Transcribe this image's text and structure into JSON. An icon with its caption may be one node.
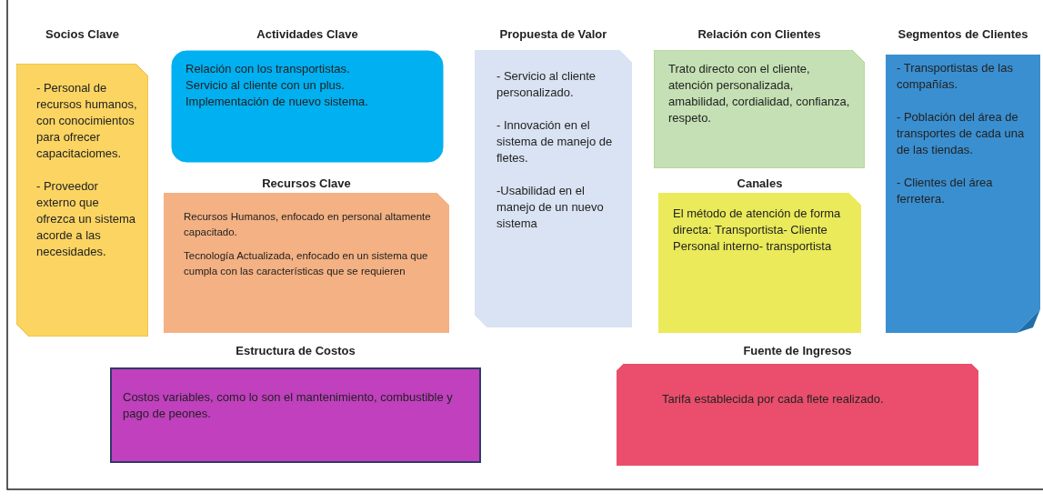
{
  "diagram": {
    "nodes": [
      {
        "text": [
          "Socios Clave",
          "- Personal de recursos humanos, con conocimientos para ofrecer capacitaciomes.",
          "- Proveedor externo que ofrezca un sistema acorde a las necesidades."
        ]
      },
      {
        "text": [
          "Actividades Clave",
          "Relación con los transportistas.",
          "Servicio al cliente con un plus.",
          "Implementación de nuevo sistema."
        ]
      },
      {
        "text": [
          "Recursos Clave",
          "Recursos Humanos, enfocado en personal altamente capacitado.",
          "Tecnología Actualizada, enfocado en un sistema que cumpla con las características que se requieren"
        ]
      },
      {
        "text": [
          "Propuesta de Valor",
          "- Servicio al cliente personalizado.",
          "- Innovación en el sistema de manejo de fletes.",
          "-Usabilidad en el manejo de un nuevo sistema"
        ]
      },
      {
        "text": [
          "Relación con Clientes",
          "Trato directo con el cliente, atención personalizada, amabilidad, cordialidad, confianza, respeto."
        ]
      },
      {
        "text": [
          "Canales",
          "El método de atención de forma directa: Transportista- Cliente Personal interno- transportista"
        ]
      },
      {
        "text": [
          "Segmentos de Clientes",
          "- Transportistas de las compañías.",
          "- Población del área de transportes de cada una de las tiendas.",
          "- Clientes del área ferretera."
        ]
      },
      {
        "text": [
          "Estructura de Costos",
          "Costos variables, como lo son el mantenimiento, combustible y pago de peones."
        ]
      },
      {
        "text": [
          "Fuente de Ingresos",
          "Tarifa establecida por cada flete realizado."
        ]
      }
    ]
  }
}
